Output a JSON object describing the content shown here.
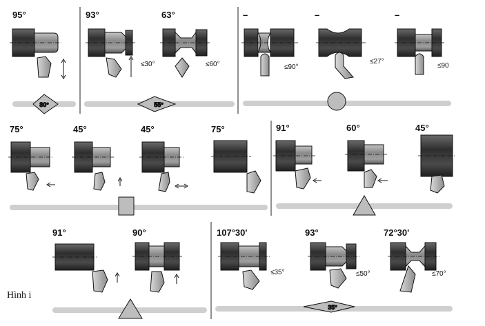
{
  "row1": {
    "panels": [
      {
        "tools": [
          {
            "label": "95°"
          }
        ],
        "insert": {
          "shape": "rhombus",
          "angle": "80°"
        }
      },
      {
        "tools": [
          {
            "label": "93°",
            "note": "≤30°"
          },
          {
            "label": "63°",
            "note": "≤60°"
          }
        ],
        "insert": {
          "shape": "rhombus",
          "angle": "55°"
        }
      },
      {
        "tools": [
          {
            "label": "–",
            "note": "≤90°"
          },
          {
            "label": "–",
            "note": "≤27°"
          },
          {
            "label": "–",
            "note": "≤90"
          }
        ],
        "insert": {
          "shape": "round",
          "angle": ""
        }
      }
    ]
  },
  "row2": {
    "panels": [
      {
        "tools": [
          {
            "label": "75°"
          },
          {
            "label": "45°"
          },
          {
            "label": "45°"
          },
          {
            "label": "75°"
          }
        ],
        "insert": {
          "shape": "square",
          "angle": ""
        }
      },
      {
        "tools": [
          {
            "label": "91°"
          },
          {
            "label": "60°"
          },
          {
            "label": "45°"
          }
        ],
        "insert": {
          "shape": "triangle",
          "angle": ""
        }
      }
    ]
  },
  "row3": {
    "panels": [
      {
        "tools": [
          {
            "label": "91°"
          },
          {
            "label": "90°"
          }
        ],
        "insert": {
          "shape": "triangle",
          "angle": ""
        }
      },
      {
        "tools": [
          {
            "label": "107°30'",
            "note": "≤35°"
          },
          {
            "label": "93°",
            "note": "≤50°"
          },
          {
            "label": "72°30'",
            "note": "≤70°"
          }
        ],
        "insert": {
          "shape": "rhombus",
          "angle": "35°"
        }
      }
    ]
  },
  "caption": "Hình i",
  "colors": {
    "workpiece_dark": "#3f3f3f",
    "workpiece_light": "#9a9a9a",
    "bar": "#cfcfcf",
    "ink": "#111111"
  }
}
